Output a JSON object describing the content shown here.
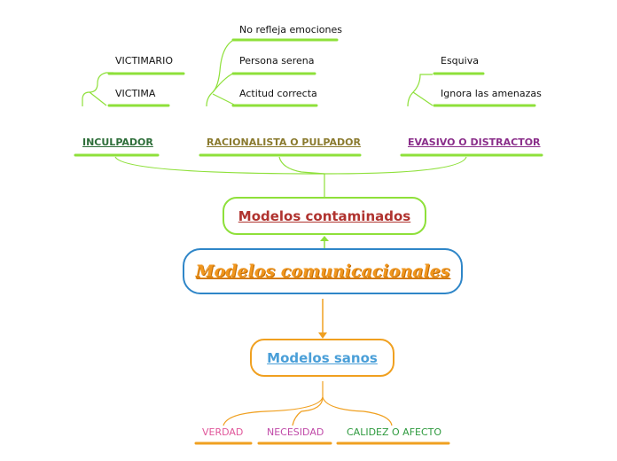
{
  "central": {
    "label": "Modelos comunicacionales"
  },
  "contaminados": {
    "label": "Modelos contaminados",
    "branches": [
      {
        "label": "INCULPADOR",
        "color": "#2e6e3a",
        "children": [
          "VICTIMARIO",
          "VICTIMA"
        ]
      },
      {
        "label": "RACIONALISTA O PULPADOR",
        "color": "#8a7a2e",
        "children": [
          "No refleja emociones",
          "Persona serena",
          "Actitud correcta"
        ]
      },
      {
        "label": "EVASIVO O DISTRACTOR",
        "color": "#8a2e8a",
        "children": [
          "Esquiva",
          "Ignora las amenazas"
        ]
      }
    ]
  },
  "sanos": {
    "label": "Modelos sanos",
    "children": [
      {
        "label": "VERDAD",
        "color": "#e0569a"
      },
      {
        "label": "NECESIDAD",
        "color": "#c04aa8"
      },
      {
        "label": "CALIDEZ O AFECTO",
        "color": "#2e9a3e"
      }
    ]
  },
  "colors": {
    "green_line": "#8ee03a",
    "orange_line": "#f0a020",
    "blue_border": "#2f86c8"
  }
}
